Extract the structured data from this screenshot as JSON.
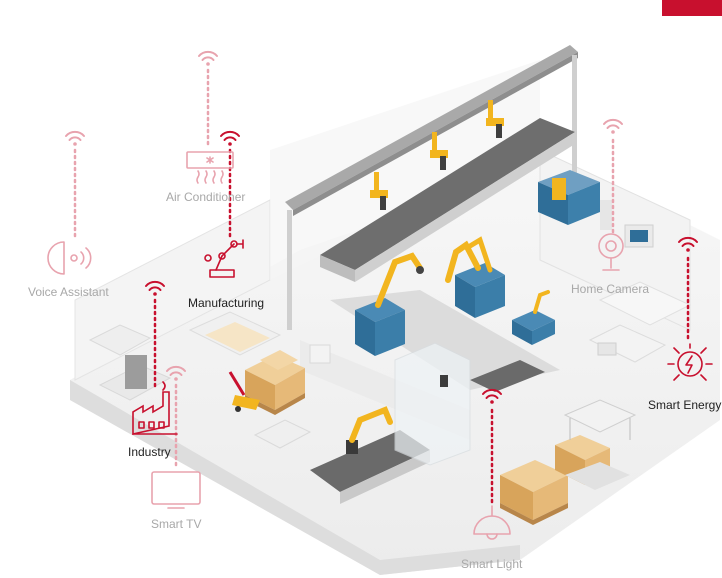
{
  "labels": {
    "air_conditioner": "Air Conditioner",
    "voice_assistant": "Voice Assistant",
    "manufacturing": "Manufacturing",
    "home_camera": "Home Camera",
    "smart_energy": "Smart Energy",
    "industry": "Industry",
    "smart_tv": "Smart TV",
    "smart_light": "Smart Light"
  },
  "colors": {
    "accent": "#c8102e",
    "icon_faded": "#e8a3ae",
    "label_faded": "#a8a8a8",
    "label_strong": "#222222",
    "robot_yellow": "#f2b51f",
    "machine_blue": "#2f6e98",
    "box_tan": "#e6b978",
    "floor": "#f1f1f1"
  },
  "icons": [
    "wifi-icon",
    "air-conditioner-icon",
    "voice-assistant-icon",
    "manufacturing-robot-icon",
    "home-camera-icon",
    "smart-energy-icon",
    "industry-factory-icon",
    "smart-tv-icon",
    "smart-light-icon"
  ]
}
